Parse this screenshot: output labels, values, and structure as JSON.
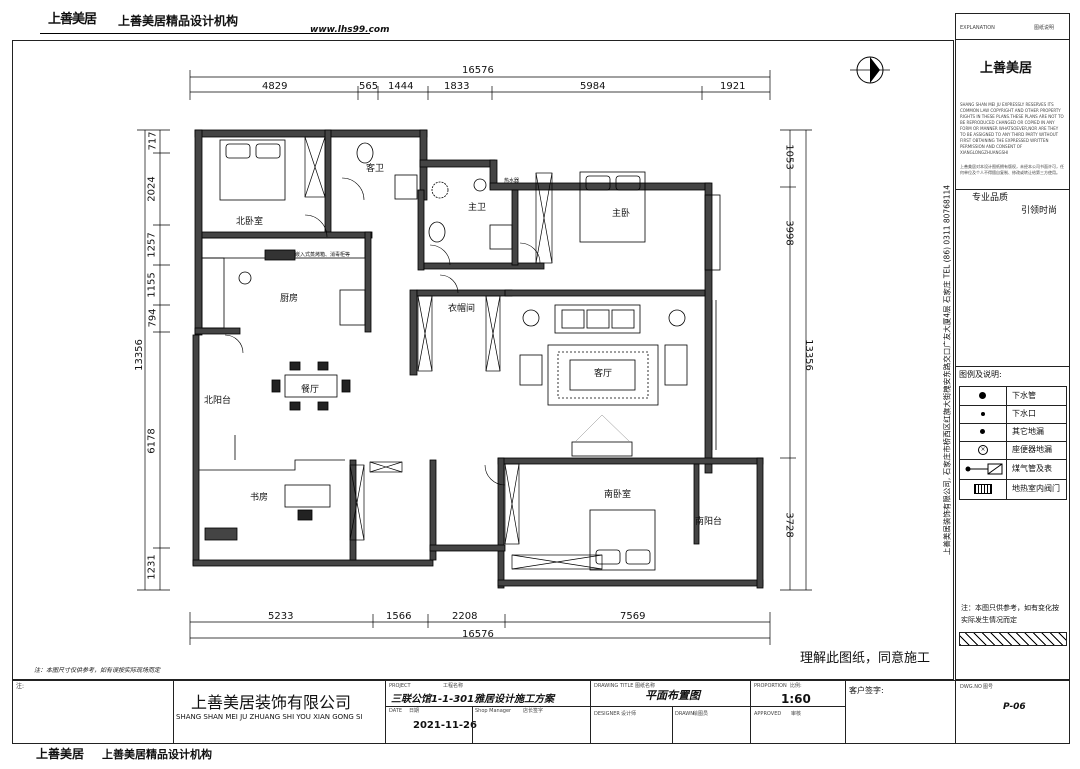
{
  "header": {
    "brand_logo": "上善美居",
    "brand_name": "上善美居精品设计机构",
    "website": "www.lhs99.com"
  },
  "dims_top": {
    "overall": "16576",
    "segments": [
      "4829",
      "565",
      "1444",
      "1833",
      "5984",
      "1921"
    ]
  },
  "dims_bottom": {
    "overall": "16576",
    "segments": [
      "5233",
      "1566",
      "2208",
      "7569"
    ]
  },
  "dims_left": {
    "overall": "13356",
    "segments": [
      "717",
      "2024",
      "1257",
      "1155",
      "794",
      "6178",
      "1231"
    ]
  },
  "dims_right": {
    "overall": "13356",
    "segments": [
      "1053",
      "3998",
      "3728"
    ]
  },
  "rooms": {
    "north_bedroom": "北卧室",
    "guest_bath": "客卫",
    "master_bath": "主卫",
    "master_bed": "主卧",
    "kitchen": "厨房",
    "cloakroom": "衣帽间",
    "living": "客厅",
    "dining": "餐厅",
    "north_balcony": "北阳台",
    "study": "书房",
    "south_bedroom": "南卧室",
    "south_balcony": "南阳台",
    "kitchen_note": "嵌入式蒸烤箱、消毒柜等",
    "bath_label": "热水器"
  },
  "note_bottom_left": "注：本图尺寸仅供参考，如有误按实际现场而定",
  "approval": "理解此图纸，同意施工",
  "side_panel": {
    "explanation": "EXPLANATION",
    "explanation_cn": "图纸说明",
    "logo": "上善美居",
    "copyright_en": "SHANG SHAN MEI JU EXPRESSLY RESERVES ITS COMMON LAW COPYRIGHT AND OTHER PROPERTY RIGHTS IN THESE PLANS.THESE PLANS ARE NOT TO BE REPRODUCED CHANGED OR COPIED IN ANY FORM OR MANNER WHATSOEVER,NOR ARE THEY TO BE ASSIGNED TO ANY THIRD PARTY WITHOUT FIRST OBTAINING THE EXPRESSED WRITTEN PERMISSION AND CONSENT OF XIANGLONGZHUANGSHI",
    "copyright_cn": "上善美居对本设计图纸拥有版权，未经本公司书面许可，任何单位及个人不得擅自复制、修改或转让给第三方使用。",
    "slogan1": "专业品质",
    "slogan2": "引领时尚",
    "legend_title": "图例及说明:",
    "legend": [
      {
        "icon": "filled-dot-large",
        "label": "下水管"
      },
      {
        "icon": "filled-dot-small",
        "label": "下水口"
      },
      {
        "icon": "filled-dot-medium",
        "label": "其它地漏"
      },
      {
        "icon": "circle-x",
        "label": "座便器地漏"
      },
      {
        "icon": "gas-meter",
        "label": "煤气管及表"
      },
      {
        "icon": "valve-box",
        "label": "地热室内阀门"
      }
    ],
    "vertical_company": "上善美居装饰有限公司, 石家庄市桥西区红旗大街槐安东路交口广友大厦4层  石家庄  TEL (86) 0311 80768114",
    "side_note": "注：本图只供参考，如有变化按实际发生情况而定"
  },
  "title_block": {
    "note_label": "注:",
    "company_cn": "上善美居装饰有限公司",
    "company_en": "SHANG SHAN MEI JU ZHUANG SHI YOU XIAN GONG SI",
    "project_label_en": "PROJECT",
    "project_label_cn": "工程名称",
    "project_name": "三联公馆1-1-301雅居设计施工方案",
    "date_label": "DATE",
    "date_label_cn": "日期",
    "date": "2021-11-26",
    "shop_manager": "Shop Manager",
    "shop_manager_cn": "店长签字",
    "drawing_title_label": "DRAWING TITLE",
    "drawing_title_cn": "图纸名称",
    "drawing_title": "平面布置图",
    "designer_label": "DESIGNER",
    "designer_cn": "设计师",
    "drawn_label": "DRAWN",
    "drawn_cn": "绘图员",
    "proportion_label": "PROPORTION",
    "proportion_cn": "比例:",
    "scale": "1:60",
    "approved_label": "APPROVED",
    "approved_cn": "审核",
    "client_sign": "客户签字:",
    "dwg_no_label": "DWG.NO",
    "dwg_no_cn": "图号",
    "dwg_no": "P-06"
  },
  "footer": {
    "brand_logo": "上善美居",
    "brand_name": "上善美居精品设计机构"
  }
}
